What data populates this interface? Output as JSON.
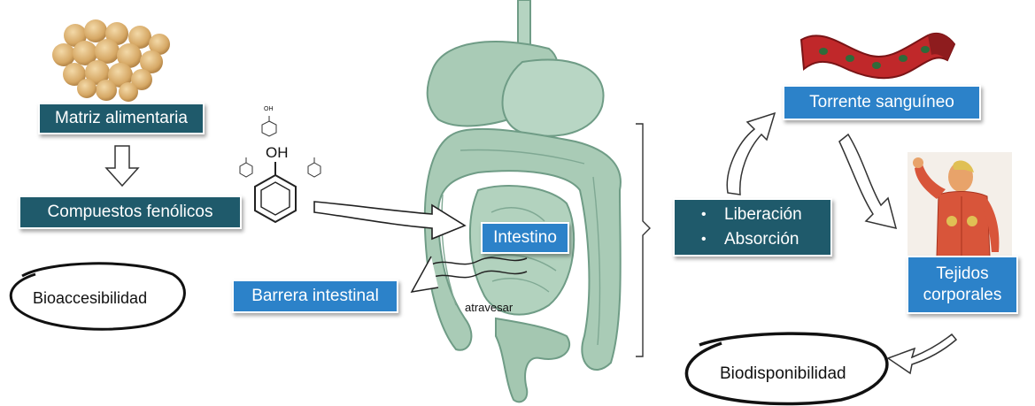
{
  "labels": {
    "matriz": "Matriz alimentaria",
    "compuestos": "Compuestos fenólicos",
    "bioaccesibilidad": "Bioaccesibilidad",
    "barrera": "Barrera intestinal",
    "atravesar": "atravesar",
    "intestino": "Intestino",
    "liberacion": "Liberación",
    "absorcion": "Absorción",
    "torrente": "Torrente sanguíneo",
    "tejidos_1": "Tejidos",
    "tejidos_2": "corporales",
    "biodisponibilidad": "Biodisponibilidad",
    "oh": "OH",
    "oh_small": "OH"
  },
  "colors": {
    "dark_box": "#1f5a6b",
    "blue_box": "#2c82c9",
    "organ_green": "#9cc4ae",
    "organ_outline": "#6f9c86",
    "vessel_red": "#c0282a",
    "chickpea": "#d9b27a"
  },
  "icons": {
    "food": "chickpeas-image",
    "molecule": "phenol-molecule",
    "organs": "digestive-system-image",
    "vessel": "blood-vessel-image",
    "body": "muscle-body-image"
  }
}
